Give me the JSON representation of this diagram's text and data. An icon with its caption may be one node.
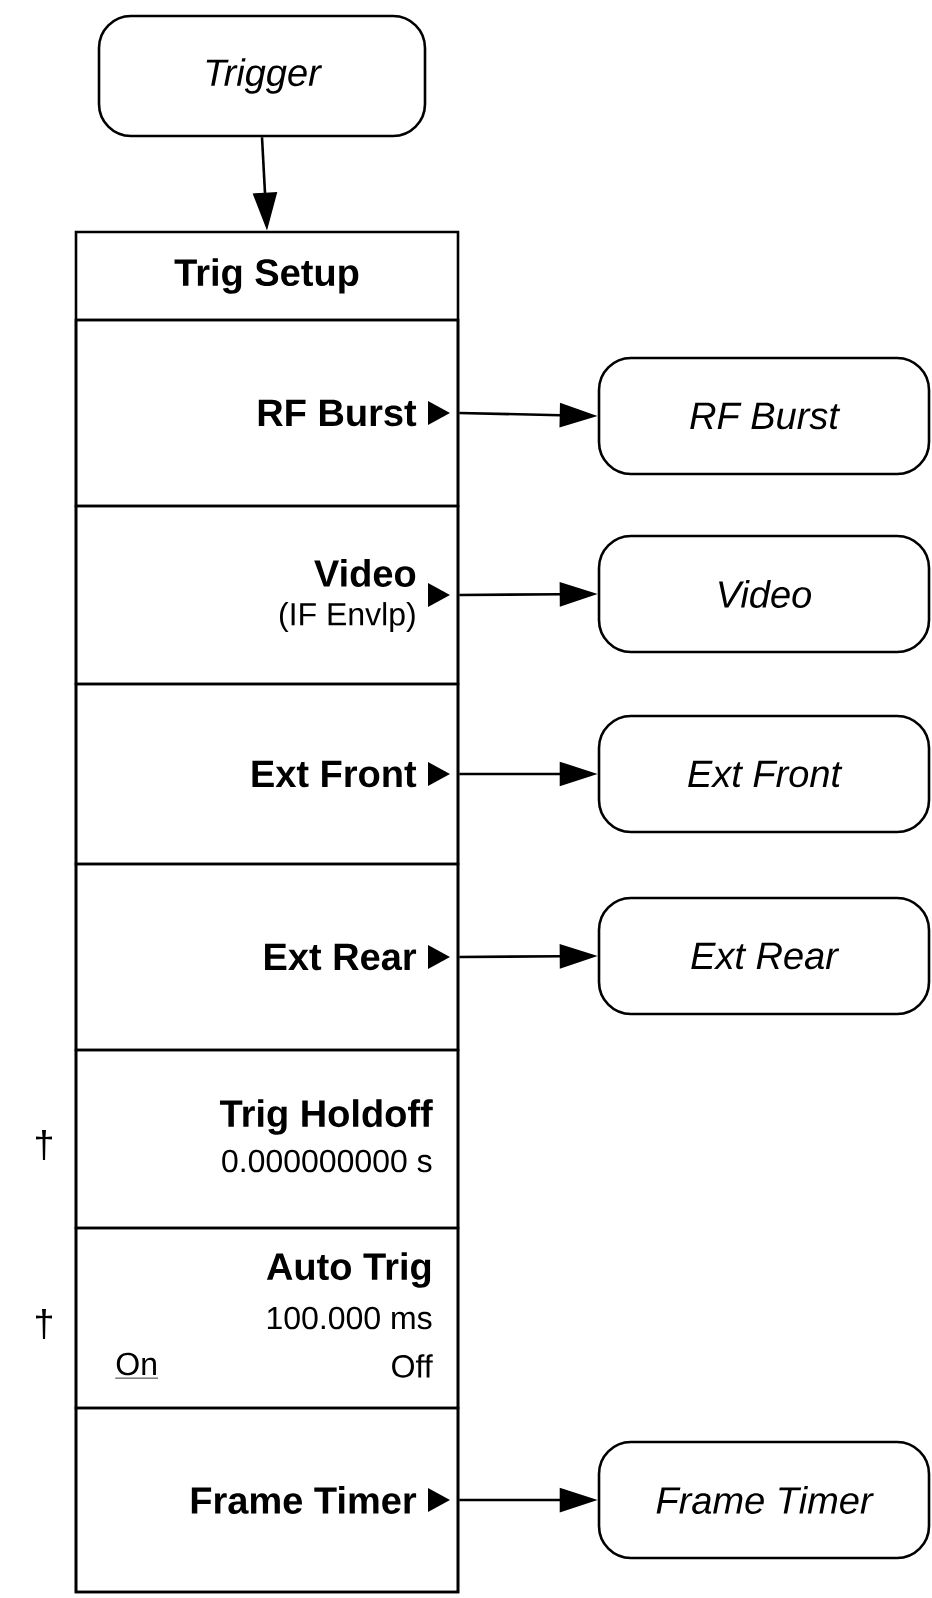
{
  "diagram": {
    "nodes": [
      {
        "text": [
          "Trigger"
        ]
      },
      {
        "text": [
          "Trig Setup"
        ]
      },
      {
        "text": [
          "RF Burst"
        ],
        "in": 1
      },
      {
        "text": [
          "Video",
          "(IF Envlp)"
        ],
        "in": 1
      },
      {
        "text": [
          "Ext Front"
        ],
        "in": 1
      },
      {
        "text": [
          "Ext Rear"
        ],
        "in": 1
      },
      {
        "text": [
          "Trig Holdoff",
          "0.000000000  s"
        ],
        "beside": [
          "†"
        ],
        "in": 1
      },
      {
        "text": [
          "Auto Trig",
          "100.000 ms",
          "On",
          "Off"
        ],
        "beside": [
          "†"
        ],
        "in": 1
      },
      {
        "text": [
          "Frame Timer"
        ],
        "in": 1
      },
      {
        "text": [
          "RF Burst"
        ]
      },
      {
        "text": [
          "Video"
        ]
      },
      {
        "text": [
          "Ext Front"
        ]
      },
      {
        "text": [
          "Ext Rear"
        ]
      },
      {
        "text": [
          "Frame Timer"
        ]
      }
    ],
    "edges": [
      {
        "from": 0,
        "to": 1,
        "arrow": "to"
      },
      {
        "from": 2,
        "to": 9,
        "arrow": "to"
      },
      {
        "from": 3,
        "to": 10,
        "arrow": "to"
      },
      {
        "from": 4,
        "to": 11,
        "arrow": "to"
      },
      {
        "from": 5,
        "to": 12,
        "arrow": "to"
      },
      {
        "from": 8,
        "to": 13,
        "arrow": "to"
      }
    ]
  }
}
